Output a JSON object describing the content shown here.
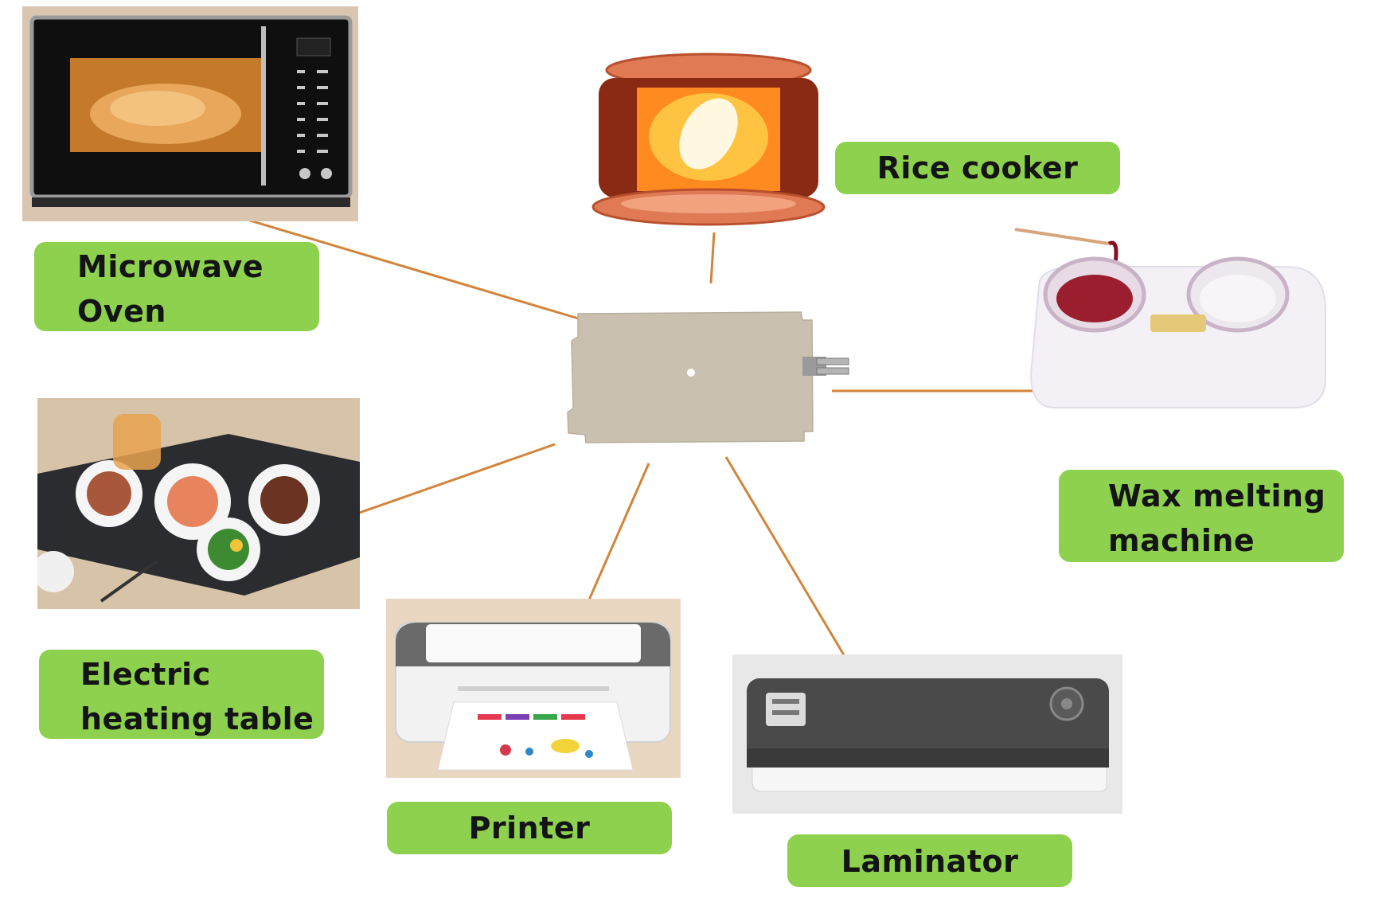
{
  "labels": {
    "microwave": [
      "Microwave",
      "Oven"
    ],
    "rice_cooker": "Rice cooker",
    "wax": [
      "Wax melting",
      "machine"
    ],
    "table": [
      "Electric",
      "heating table"
    ],
    "printer": "Printer",
    "laminator": "Laminator"
  },
  "colors": {
    "label_bg": "#8ed14f",
    "connector": "#d2843a",
    "heater_plate": "#c9c0b0"
  },
  "icons": [
    "microwave-oven-icon",
    "rice-cooker-icon",
    "wax-melter-icon",
    "heating-table-icon",
    "printer-icon",
    "laminator-icon",
    "heating-film-icon"
  ]
}
